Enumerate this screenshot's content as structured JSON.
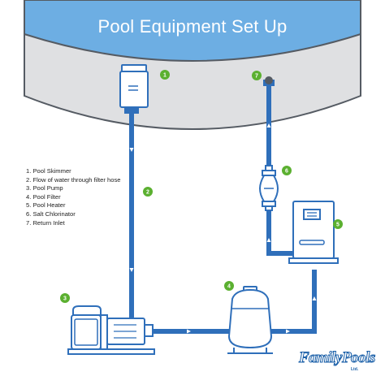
{
  "title": "Pool Equipment Set Up",
  "legend": [
    "1. Pool Skimmer",
    "2. Flow of water through filter hose",
    "3. Pool Pump",
    "4. Pool Filter",
    "5. Pool Heater",
    "6. Salt Chlorinator",
    "7. Return Inlet"
  ],
  "badges": [
    "1",
    "2",
    "3",
    "4",
    "5",
    "6",
    "7"
  ],
  "logo": {
    "main": "FamilyPools",
    "sub": "Ltd."
  },
  "colors": {
    "pool_wall": "#dfe0e2",
    "pool_top": "#6daee3",
    "pipe": "#2f6fba",
    "badge": "#5bb030",
    "outline": "#2f6fba",
    "equipment_fill": "#ffffff"
  }
}
